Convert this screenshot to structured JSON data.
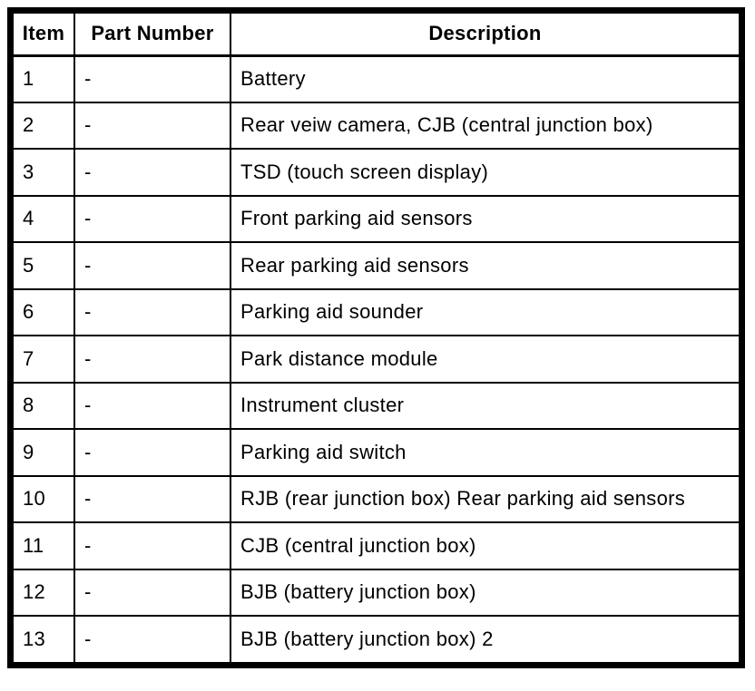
{
  "colors": {
    "border": "#000000",
    "background": "#ffffff",
    "text": "#000000"
  },
  "table": {
    "columns": [
      "Item",
      "Part Number",
      "Description"
    ],
    "rows": [
      {
        "item": "1",
        "part_number": "-",
        "description": "Battery"
      },
      {
        "item": "2",
        "part_number": "-",
        "description": "Rear veiw camera, CJB (central junction box)"
      },
      {
        "item": "3",
        "part_number": "-",
        "description": "TSD (touch screen display)"
      },
      {
        "item": "4",
        "part_number": "-",
        "description": "Front parking aid sensors"
      },
      {
        "item": "5",
        "part_number": "-",
        "description": "Rear parking aid sensors"
      },
      {
        "item": "6",
        "part_number": "-",
        "description": "Parking aid sounder"
      },
      {
        "item": "7",
        "part_number": "-",
        "description": "Park distance module"
      },
      {
        "item": "8",
        "part_number": "-",
        "description": "Instrument cluster"
      },
      {
        "item": "9",
        "part_number": "-",
        "description": "Parking aid switch"
      },
      {
        "item": "10",
        "part_number": "-",
        "description": "RJB (rear junction box) Rear parking aid sensors"
      },
      {
        "item": "11",
        "part_number": "-",
        "description": "CJB (central junction box)"
      },
      {
        "item": "12",
        "part_number": "-",
        "description": "BJB (battery junction box)"
      },
      {
        "item": "13",
        "part_number": "-",
        "description": "BJB (battery junction box) 2"
      }
    ]
  }
}
